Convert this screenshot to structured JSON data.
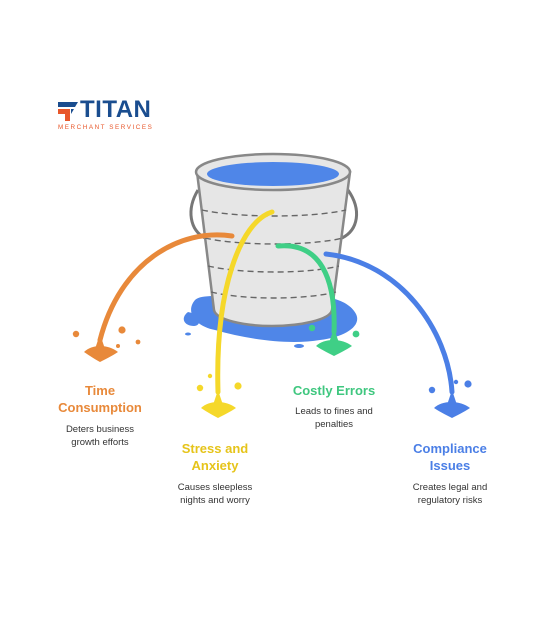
{
  "logo": {
    "name": "TITAN",
    "tagline": "MERCHANT SERVICES"
  },
  "colors": {
    "brand_blue": "#1a4d8f",
    "brand_orange": "#e8572a",
    "water": "#4f86e8",
    "orange": "#e8893a",
    "yellow": "#f5d82a",
    "green": "#3fcf86",
    "blue": "#4b7fe6"
  },
  "items": [
    {
      "title_line1": "Time",
      "title_line2": "Consumption",
      "desc_line1": "Deters business",
      "desc_line2": "growth efforts",
      "color": "#e8893a"
    },
    {
      "title_line1": "Stress and",
      "title_line2": "Anxiety",
      "desc_line1": "Causes sleepless",
      "desc_line2": "nights and worry",
      "color": "#e6c41a"
    },
    {
      "title_line1": "Costly Errors",
      "title_line2": "",
      "desc_line1": "Leads to fines and",
      "desc_line2": "penalties",
      "color": "#3fc77f"
    },
    {
      "title_line1": "Compliance",
      "title_line2": "Issues",
      "desc_line1": "Creates legal and",
      "desc_line2": "regulatory risks",
      "color": "#4b7fe6"
    }
  ]
}
